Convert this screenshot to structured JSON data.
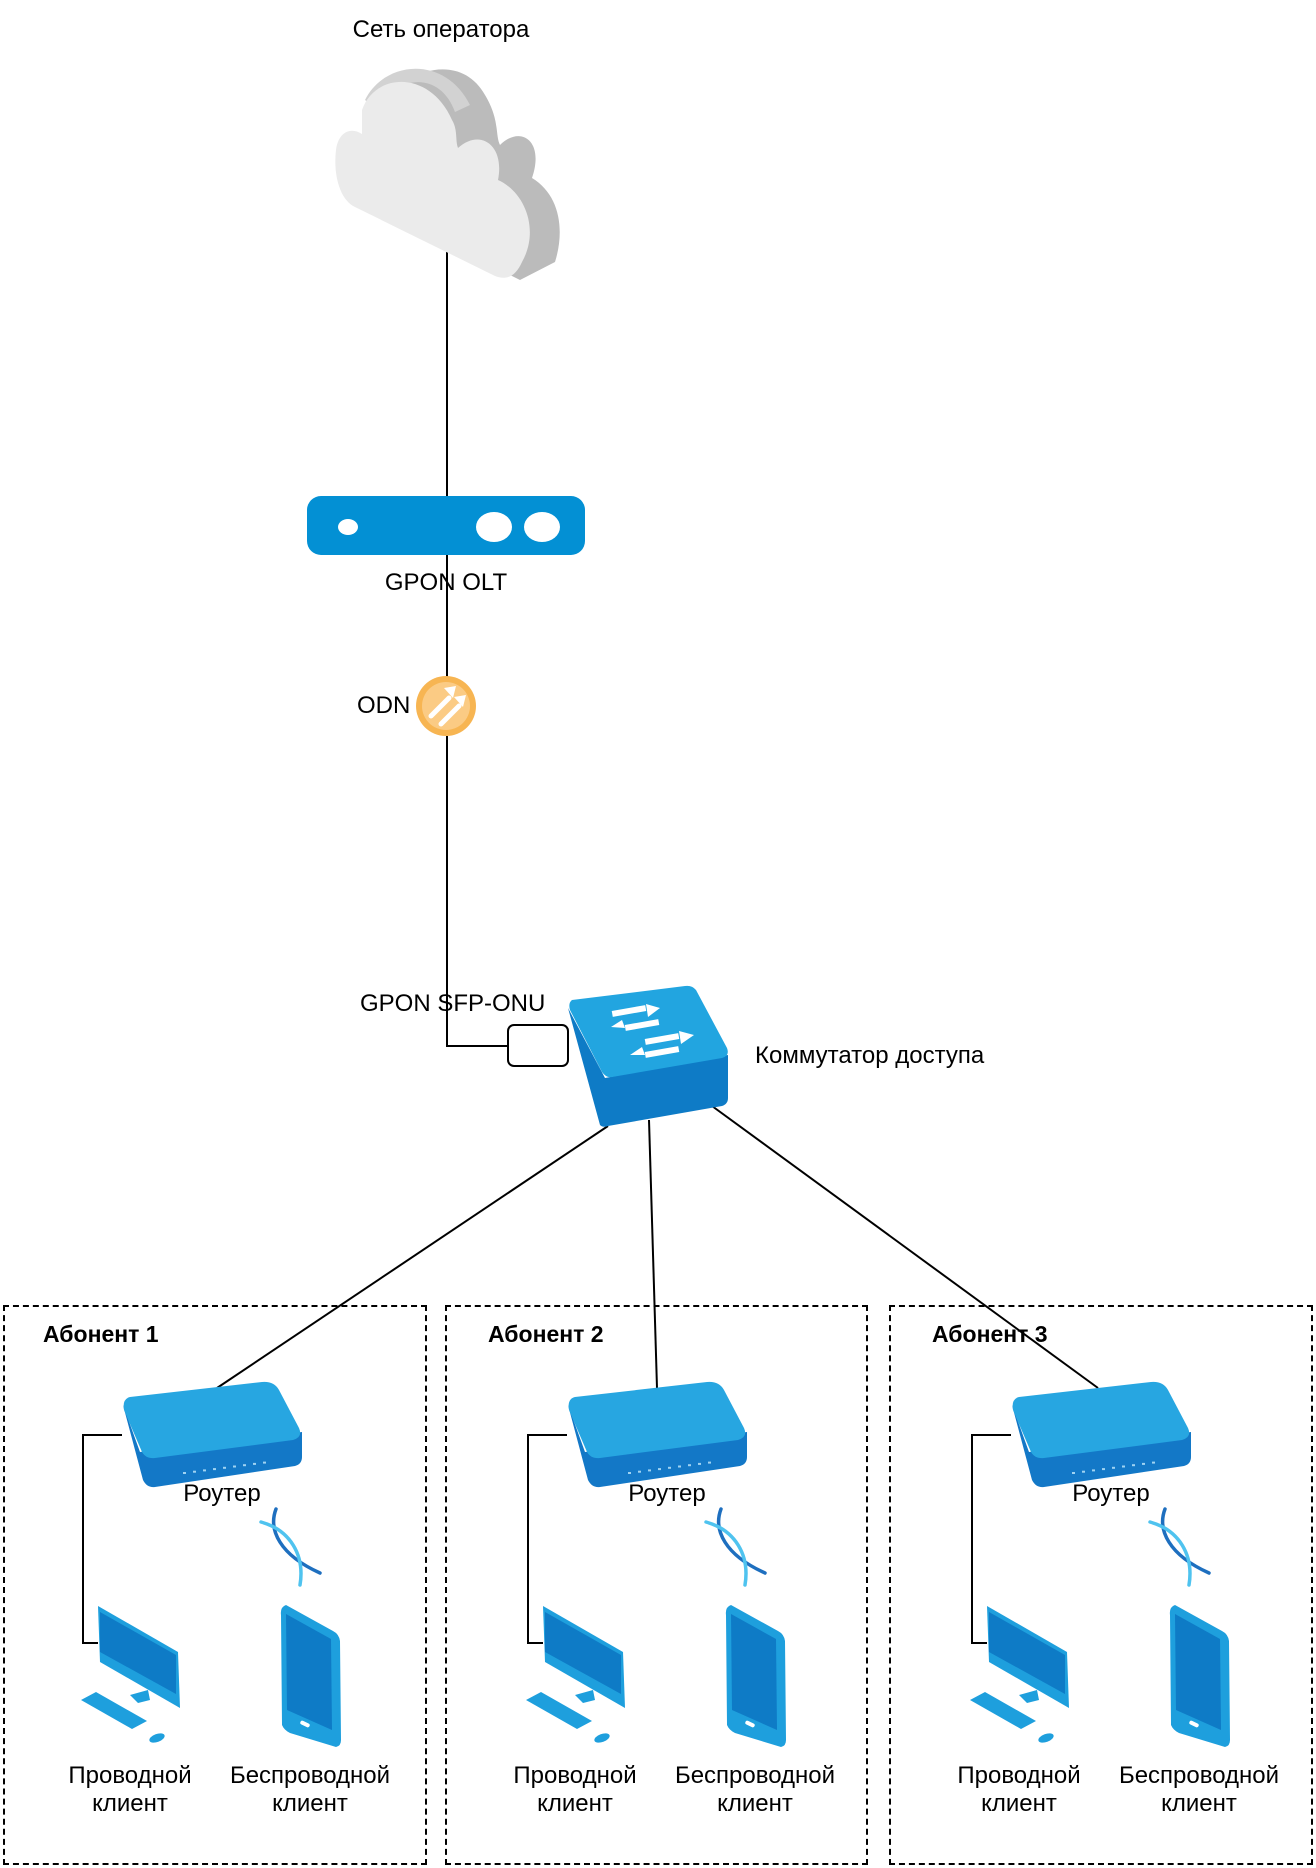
{
  "title": "Сеть оператора",
  "nodes": {
    "cloud": {
      "label": "Сеть оператора",
      "icon": "cloud-icon"
    },
    "olt": {
      "label": "GPON OLT",
      "icon": "olt-device-icon"
    },
    "odn": {
      "label": "ODN",
      "icon": "odn-splitter-icon"
    },
    "sfp": {
      "label": "GPON SFP-ONU",
      "icon": "sfp-module-icon"
    },
    "switch": {
      "label": "Коммутатор доступа",
      "icon": "switch-icon"
    }
  },
  "subscribers": [
    {
      "title": "Абонент 1",
      "router_label": "Роутер",
      "wired_label": [
        "Проводной",
        "клиент"
      ],
      "wireless_label": [
        "Беспроводной",
        "клиент"
      ]
    },
    {
      "title": "Абонент 2",
      "router_label": "Роутер",
      "wired_label": [
        "Проводной",
        "клиент"
      ],
      "wireless_label": [
        "Беспроводной",
        "клиент"
      ]
    },
    {
      "title": "Абонент 3",
      "router_label": "Роутер",
      "wired_label": [
        "Проводной",
        "клиент"
      ],
      "wireless_label": [
        "Беспроводной",
        "клиент"
      ]
    }
  ],
  "colors": {
    "device_blue": "#0390D4",
    "device_light": "#22A5E0",
    "device_dark": "#0E7BC6",
    "odn_orange": "#F7B552",
    "cloud_light": "#EBEBEB",
    "cloud_dark": "#BBBBBB"
  }
}
